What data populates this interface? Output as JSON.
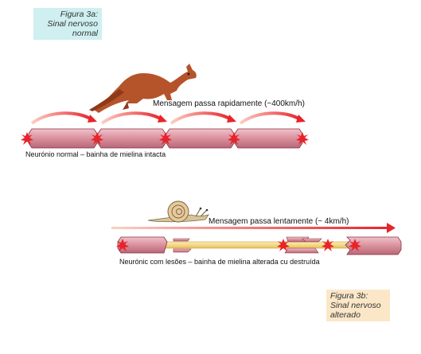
{
  "figure_a": {
    "caption_line1": "Figura 3a:",
    "caption_line2": "Sinal nervoso",
    "caption_line3": "normal",
    "message": "Mensagem passa rapidamente (~400km/h)",
    "neuron_label": "Neurónio normal – bainha de mielina intacta"
  },
  "figure_b": {
    "caption_line1": "Figura 3b:",
    "caption_line2": "Sinal nervoso",
    "caption_line3": "alterado",
    "message": "Mensagem passa lentamente (~ 4km/h)",
    "neuron_label": "Neurónic com lesões – bainha de mielina alterada cu destruída"
  },
  "colors": {
    "myelin": "#d9909c",
    "myelin_edge": "#8a3040",
    "node": "#e8232b",
    "arrow": "#e8232b",
    "axon": "#f6d77c",
    "kangaroo": "#b5532a",
    "snail_shell": "#e8c99a"
  },
  "icons": {
    "kangaroo": "kangaroo-icon",
    "snail": "snail-icon"
  }
}
